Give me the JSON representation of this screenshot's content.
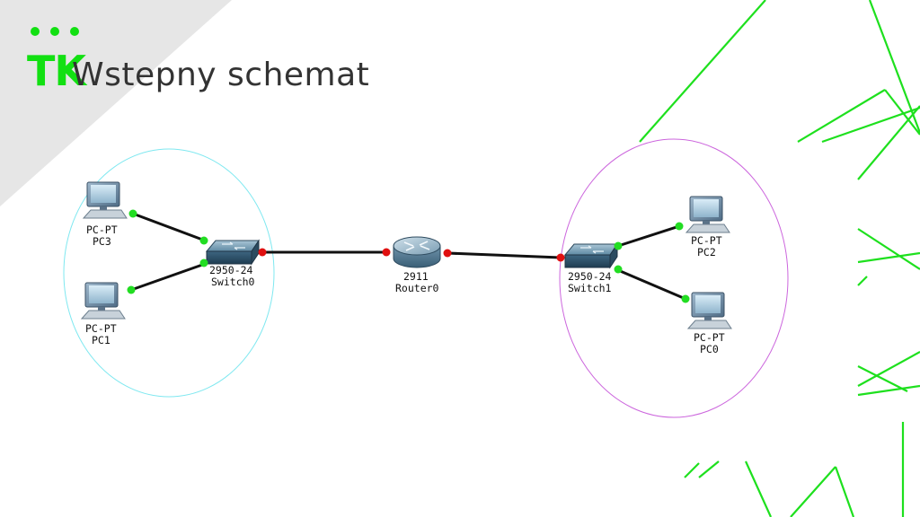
{
  "slide": {
    "logo_text": "TK",
    "title": "Wstepny schemat"
  },
  "diagram": {
    "pcs": [
      {
        "type": "PC-PT",
        "name": "PC3"
      },
      {
        "type": "PC-PT",
        "name": "PC1"
      },
      {
        "type": "PC-PT",
        "name": "PC2"
      },
      {
        "type": "PC-PT",
        "name": "PC0"
      }
    ],
    "switches": [
      {
        "model": "2950-24",
        "name": "Switch0"
      },
      {
        "model": "2950-24",
        "name": "Switch1"
      }
    ],
    "router": {
      "model": "2911",
      "name": "Router0"
    },
    "colors": {
      "accent": "#12e012",
      "port_up": "#22dd22",
      "port_down": "#e01010",
      "cable": "#111111",
      "lan_left_outline": "#7fe8f0",
      "lan_right_outline": "#cc66dd"
    }
  }
}
